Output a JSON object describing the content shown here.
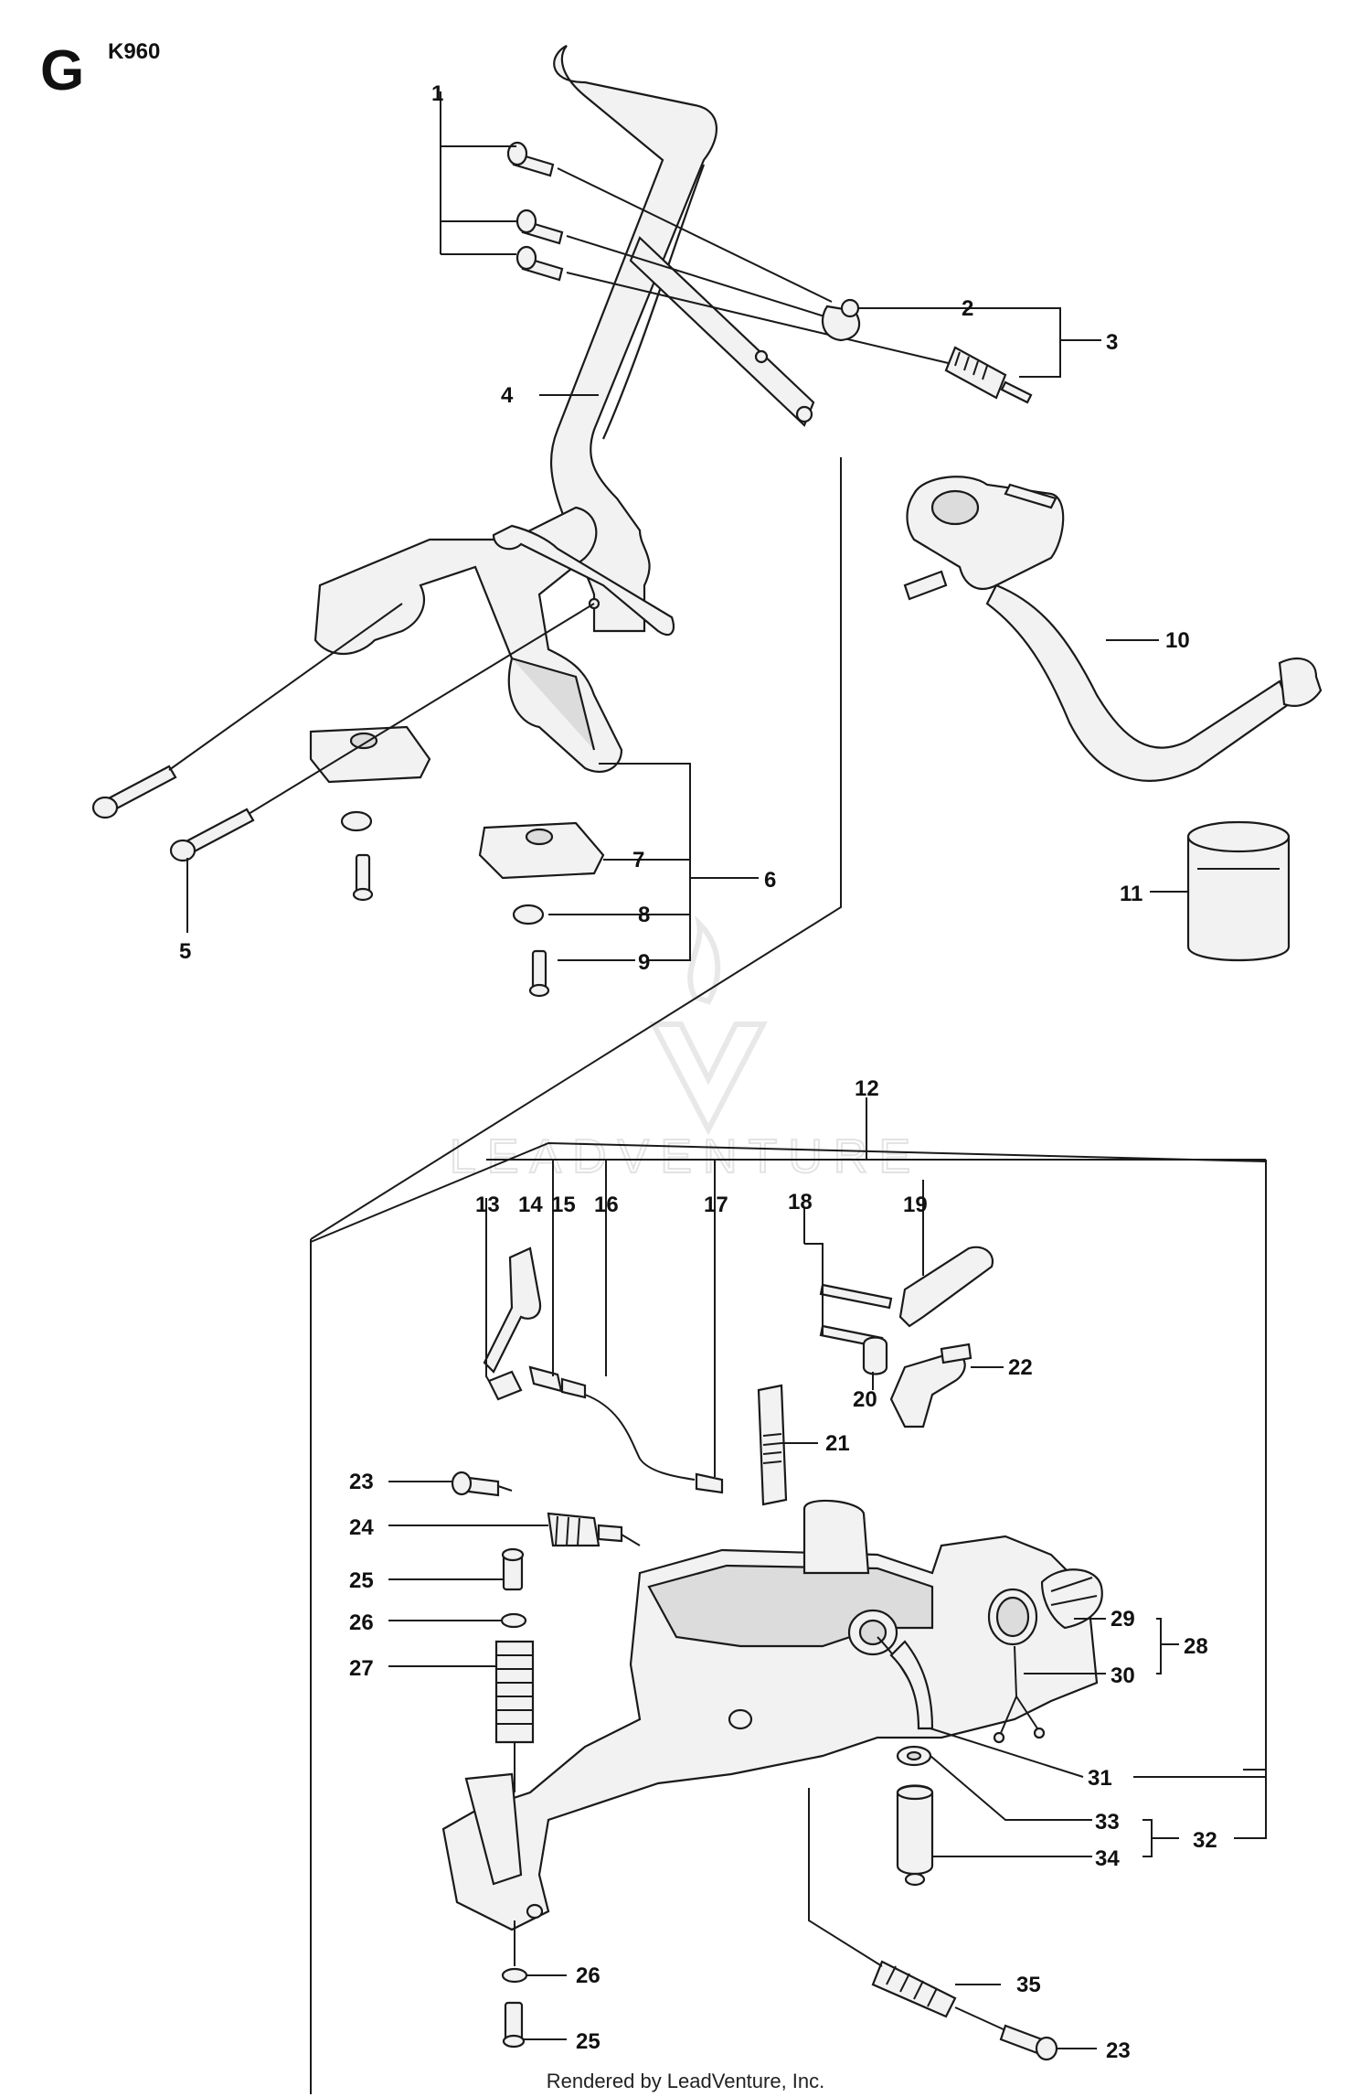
{
  "header": {
    "section_letter": "G",
    "model": "K960"
  },
  "watermark": {
    "text": "LEADVENTURE"
  },
  "footer": {
    "credit": "Rendered by LeadVenture, Inc."
  },
  "callouts": {
    "c1": "1",
    "c2": "2",
    "c3": "3",
    "c4": "4",
    "c5": "5",
    "c6": "6",
    "c7": "7",
    "c8": "8",
    "c9": "9",
    "c10": "10",
    "c11": "11",
    "c12": "12",
    "c13": "13",
    "c14": "14",
    "c15": "15",
    "c16": "16",
    "c17": "17",
    "c18": "18",
    "c19": "19",
    "c20": "20",
    "c21": "21",
    "c22": "22",
    "c23": "23",
    "c24": "24",
    "c25": "25",
    "c26": "26",
    "c27": "27",
    "c28": "28",
    "c29": "29",
    "c30": "30",
    "c31": "31",
    "c32": "32",
    "c33": "33",
    "c34": "34",
    "c35": "35"
  },
  "colors": {
    "line": "#1a1a1a",
    "fill": "#f2f2f2",
    "watermark": "#bdbdbd"
  }
}
